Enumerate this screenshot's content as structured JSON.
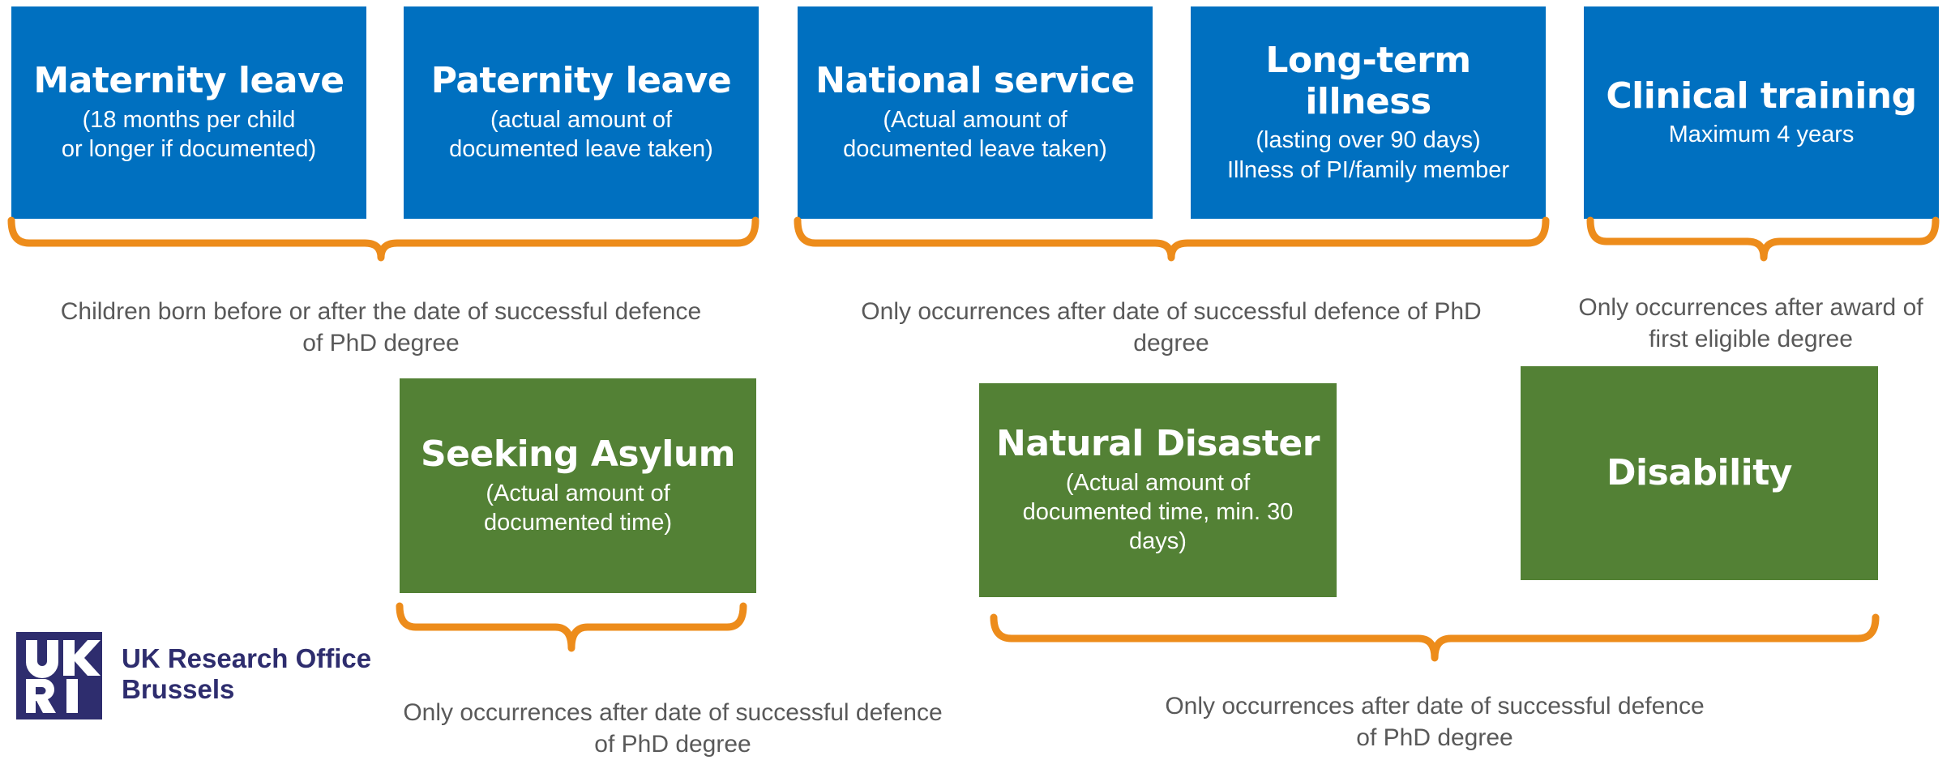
{
  "colors": {
    "blue_box": "#0070c0",
    "green_box": "#538135",
    "bracket": "#ed8c1b",
    "caption_text": "#595959",
    "logo_navy": "#2e2d6e"
  },
  "top_boxes": [
    {
      "title": "Maternity leave",
      "sub": "(18 months per child\nor longer if documented)"
    },
    {
      "title": "Paternity leave",
      "sub": "(actual amount of\ndocumented leave taken)"
    },
    {
      "title": "National service",
      "sub": "(Actual amount of\ndocumented leave taken)"
    },
    {
      "title": "Long-term illness",
      "sub": "(lasting over 90 days)\nIllness of PI/family member"
    },
    {
      "title": "Clinical training",
      "sub": "Maximum 4 years"
    }
  ],
  "bottom_boxes": [
    {
      "title": "Seeking Asylum",
      "sub": "(Actual amount of\ndocumented time)"
    },
    {
      "title": "Natural Disaster",
      "sub": "(Actual amount of\ndocumented time, min. 30\ndays)"
    },
    {
      "title": "Disability",
      "sub": ""
    }
  ],
  "captions": {
    "leave": "Children born before or after the date of successful defence\nof PhD degree",
    "service_illness": "Only occurrences after date of successful defence of PhD\ndegree",
    "clinical": "Only occurrences after award of\nfirst eligible degree",
    "asylum": "Only occurrences after date of successful defence\nof PhD degree",
    "disaster_disability": "Only occurrences after date of successful defence\nof PhD degree"
  },
  "logo": {
    "mark": "UKRI",
    "text": "UK Research Office\nBrussels"
  }
}
